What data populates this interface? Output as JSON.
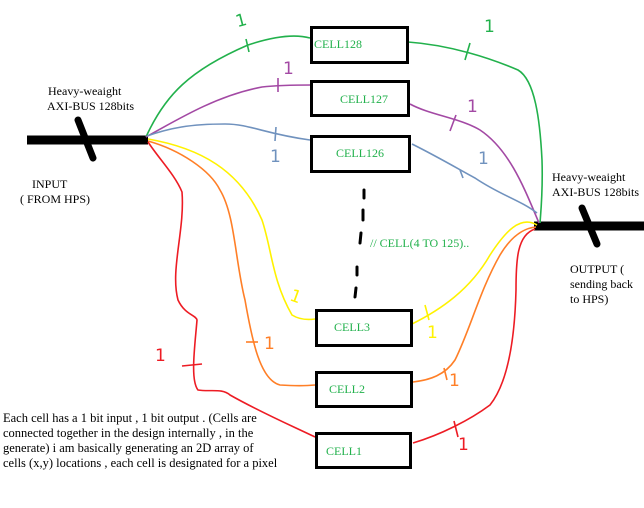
{
  "input_bus": {
    "title_line1": "Heavy-weaight",
    "title_line2": "AXI-BUS 128bits",
    "label_line1": "INPUT",
    "label_line2": "( FROM HPS)"
  },
  "output_bus": {
    "title_line1": "Heavy-weaight",
    "title_line2": "AXI-BUS 128bits",
    "label_line1": "OUTPUT (",
    "label_line2": "sending back",
    "label_line3": "to HPS)"
  },
  "cells": [
    {
      "label": "CELL128",
      "wire_color": "#22b14c",
      "bit_label": "1"
    },
    {
      "label": "CELL127",
      "wire_color": "#a349a4",
      "bit_label": "1"
    },
    {
      "label": "CELL126",
      "wire_color": "#7092be",
      "bit_label": "1"
    },
    {
      "label": "CELL3",
      "wire_color": "#fff200",
      "bit_label": "1"
    },
    {
      "label": "CELL2",
      "wire_color": "#ff7f27",
      "bit_label": "1"
    },
    {
      "label": "CELL1",
      "wire_color": "#ed1c24",
      "bit_label": "1"
    }
  ],
  "ellipsis_label": "// CELL(4 TO 125)..",
  "note": {
    "line1": "Each cell has  a 1 bit input , 1 bit output . (Cells are",
    "line2": "connected together in the design internally , in the",
    "line3": "generate) i am basically generating an 2D array of",
    "line4": "cells (x,y) locations , each cell is designated for a pixel"
  }
}
